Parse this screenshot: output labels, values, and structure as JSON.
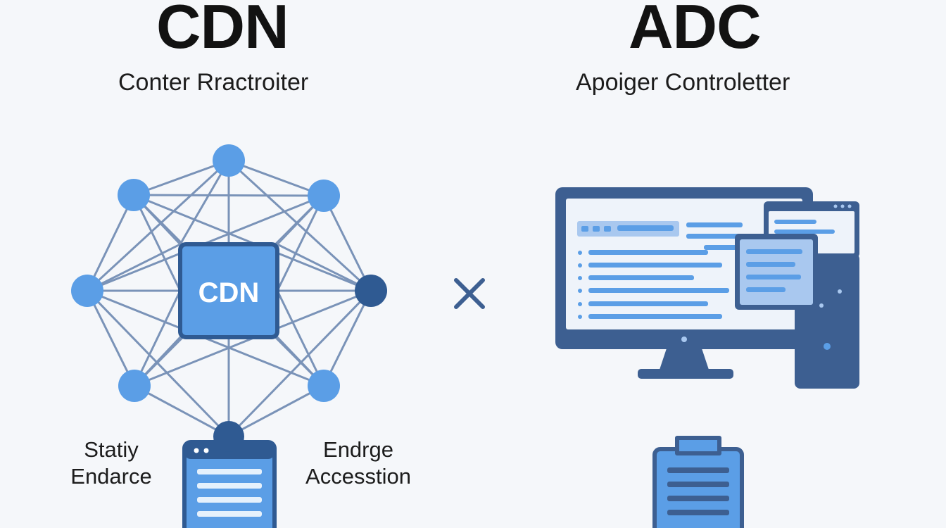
{
  "cdn": {
    "title": "CDN",
    "subtitle": "Conter Rractroiter",
    "hub_label": "CDN",
    "left_label": [
      "Statiy",
      "Endarce"
    ],
    "right_label": [
      "Endrge",
      "Accesstion"
    ]
  },
  "adc": {
    "title": "ADC",
    "subtitle": "Apoiger Controletter"
  },
  "separator": "×",
  "colors": {
    "node_light": "#5b9ee6",
    "node_dark": "#2f5a92",
    "hub_fill": "#5b9ee6",
    "hub_border": "#2f5a92",
    "edge": "#7a93b8",
    "monitor_frame": "#3d5f91",
    "screen_bg": "#eef3fa",
    "panel_fill": "#a9c8ef",
    "line_fill": "#5b9ee6"
  },
  "icons": {
    "network": "network-graph-icon",
    "computer": "desktop-computer-icon",
    "document": "document-icon",
    "clipboard": "clipboard-icon"
  }
}
